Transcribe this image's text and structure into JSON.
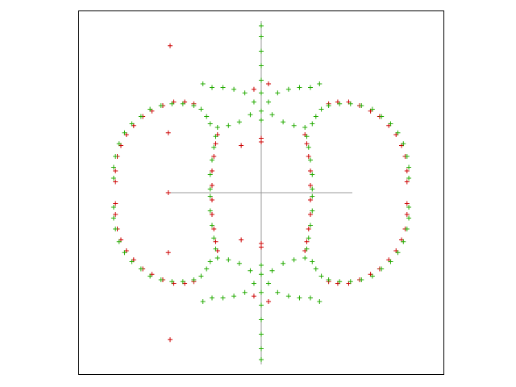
{
  "chart_data": {
    "type": "scatter",
    "title": "",
    "xlabel": "",
    "ylabel": "",
    "xlim": [
      -1,
      1
    ],
    "ylim": [
      -1,
      1
    ],
    "grid": false,
    "legend": "none",
    "axes_lines": {
      "horizontal": {
        "y": 0,
        "x_from": -0.5,
        "x_to": 0.5
      },
      "vertical": {
        "x": 0
      }
    },
    "series": [
      {
        "marker": "plus",
        "color": "#cc0000",
        "points": [
          [
            -0.8,
            0.06
          ],
          [
            -0.8,
            0.12
          ],
          [
            -0.79,
            0.2
          ],
          [
            -0.77,
            0.26
          ],
          [
            -0.74,
            0.32
          ],
          [
            -0.7,
            0.37
          ],
          [
            -0.65,
            0.42
          ],
          [
            -0.6,
            0.45
          ],
          [
            -0.54,
            0.48
          ],
          [
            -0.48,
            0.5
          ],
          [
            -0.42,
            0.5
          ],
          [
            -0.37,
            0.49
          ],
          [
            0.8,
            0.06
          ],
          [
            0.8,
            0.12
          ],
          [
            0.79,
            0.2
          ],
          [
            0.77,
            0.26
          ],
          [
            0.74,
            0.32
          ],
          [
            0.7,
            0.37
          ],
          [
            0.65,
            0.42
          ],
          [
            0.6,
            0.45
          ],
          [
            0.54,
            0.48
          ],
          [
            0.48,
            0.5
          ],
          [
            0.42,
            0.5
          ],
          [
            0.37,
            0.49
          ],
          [
            -0.8,
            -0.06
          ],
          [
            -0.8,
            -0.12
          ],
          [
            -0.79,
            -0.2
          ],
          [
            -0.77,
            -0.26
          ],
          [
            -0.74,
            -0.32
          ],
          [
            -0.7,
            -0.37
          ],
          [
            -0.65,
            -0.42
          ],
          [
            -0.6,
            -0.45
          ],
          [
            -0.54,
            -0.48
          ],
          [
            -0.48,
            -0.5
          ],
          [
            -0.42,
            -0.5
          ],
          [
            -0.37,
            -0.49
          ],
          [
            0.8,
            -0.06
          ],
          [
            0.8,
            -0.12
          ],
          [
            0.79,
            -0.2
          ],
          [
            0.77,
            -0.26
          ],
          [
            0.74,
            -0.32
          ],
          [
            0.7,
            -0.37
          ],
          [
            0.65,
            -0.42
          ],
          [
            0.6,
            -0.45
          ],
          [
            0.54,
            -0.48
          ],
          [
            0.48,
            -0.5
          ],
          [
            0.42,
            -0.5
          ],
          [
            0.37,
            -0.49
          ],
          [
            -0.27,
            0.04
          ],
          [
            -0.27,
            0.12
          ],
          [
            -0.26,
            0.2
          ],
          [
            -0.25,
            0.27
          ],
          [
            -0.24,
            0.32
          ],
          [
            0.27,
            0.04
          ],
          [
            0.27,
            0.12
          ],
          [
            0.26,
            0.2
          ],
          [
            0.25,
            0.27
          ],
          [
            0.24,
            0.32
          ],
          [
            -0.27,
            -0.04
          ],
          [
            -0.27,
            -0.12
          ],
          [
            -0.26,
            -0.2
          ],
          [
            -0.25,
            -0.27
          ],
          [
            -0.24,
            -0.32
          ],
          [
            0.27,
            -0.04
          ],
          [
            0.27,
            -0.12
          ],
          [
            0.26,
            -0.2
          ],
          [
            0.25,
            -0.27
          ],
          [
            0.24,
            -0.32
          ],
          [
            0,
            0.28
          ],
          [
            0,
            0.3
          ],
          [
            0,
            -0.28
          ],
          [
            0,
            -0.3
          ],
          [
            -0.5,
            0.81
          ],
          [
            -0.5,
            -0.81
          ],
          [
            -0.51,
            0.33
          ],
          [
            -0.51,
            -0.33
          ],
          [
            -0.51,
            0.0
          ],
          [
            -0.11,
            0.26
          ],
          [
            -0.11,
            -0.26
          ],
          [
            -0.04,
            0.57
          ],
          [
            -0.04,
            -0.57
          ],
          [
            0.04,
            0.6
          ],
          [
            0.04,
            -0.6
          ]
        ]
      },
      {
        "marker": "plus",
        "color": "#22aa00",
        "points": [
          [
            -0.81,
            0.08
          ],
          [
            -0.81,
            0.14
          ],
          [
            -0.8,
            0.2
          ],
          [
            -0.78,
            0.27
          ],
          [
            -0.75,
            0.33
          ],
          [
            -0.71,
            0.38
          ],
          [
            -0.66,
            0.42
          ],
          [
            -0.61,
            0.46
          ],
          [
            -0.55,
            0.48
          ],
          [
            -0.49,
            0.49
          ],
          [
            -0.43,
            0.49
          ],
          [
            -0.37,
            0.48
          ],
          [
            0.81,
            0.08
          ],
          [
            0.81,
            0.14
          ],
          [
            0.8,
            0.2
          ],
          [
            0.78,
            0.27
          ],
          [
            0.75,
            0.33
          ],
          [
            0.71,
            0.38
          ],
          [
            0.66,
            0.42
          ],
          [
            0.61,
            0.46
          ],
          [
            0.55,
            0.48
          ],
          [
            0.49,
            0.49
          ],
          [
            0.43,
            0.49
          ],
          [
            0.37,
            0.48
          ],
          [
            -0.81,
            -0.08
          ],
          [
            -0.81,
            -0.14
          ],
          [
            -0.8,
            -0.2
          ],
          [
            -0.78,
            -0.27
          ],
          [
            -0.75,
            -0.33
          ],
          [
            -0.71,
            -0.38
          ],
          [
            -0.66,
            -0.42
          ],
          [
            -0.61,
            -0.46
          ],
          [
            -0.55,
            -0.48
          ],
          [
            -0.49,
            -0.49
          ],
          [
            -0.43,
            -0.49
          ],
          [
            -0.37,
            -0.48
          ],
          [
            0.81,
            -0.08
          ],
          [
            0.81,
            -0.14
          ],
          [
            0.8,
            -0.2
          ],
          [
            0.78,
            -0.27
          ],
          [
            0.75,
            -0.33
          ],
          [
            0.71,
            -0.38
          ],
          [
            0.66,
            -0.42
          ],
          [
            0.61,
            -0.46
          ],
          [
            0.55,
            -0.48
          ],
          [
            0.49,
            -0.49
          ],
          [
            0.43,
            -0.49
          ],
          [
            0.37,
            -0.48
          ],
          [
            -0.33,
            0.46
          ],
          [
            -0.3,
            0.42
          ],
          [
            -0.28,
            0.38
          ],
          [
            -0.24,
            0.36
          ],
          [
            -0.18,
            0.37
          ],
          [
            -0.12,
            0.39
          ],
          [
            -0.06,
            0.43
          ],
          [
            -0.32,
            0.6
          ],
          [
            -0.27,
            0.58
          ],
          [
            -0.21,
            0.58
          ],
          [
            -0.15,
            0.57
          ],
          [
            -0.09,
            0.55
          ],
          [
            -0.04,
            0.5
          ],
          [
            0.33,
            0.46
          ],
          [
            0.3,
            0.42
          ],
          [
            0.28,
            0.38
          ],
          [
            0.24,
            0.36
          ],
          [
            0.18,
            0.37
          ],
          [
            0.12,
            0.39
          ],
          [
            0.06,
            0.43
          ],
          [
            0.32,
            0.6
          ],
          [
            0.27,
            0.58
          ],
          [
            0.21,
            0.58
          ],
          [
            0.15,
            0.57
          ],
          [
            0.09,
            0.55
          ],
          [
            0.04,
            0.5
          ],
          [
            -0.33,
            -0.46
          ],
          [
            -0.3,
            -0.42
          ],
          [
            -0.28,
            -0.38
          ],
          [
            -0.24,
            -0.36
          ],
          [
            -0.18,
            -0.37
          ],
          [
            -0.12,
            -0.39
          ],
          [
            -0.06,
            -0.43
          ],
          [
            -0.32,
            -0.6
          ],
          [
            -0.27,
            -0.58
          ],
          [
            -0.21,
            -0.58
          ],
          [
            -0.15,
            -0.57
          ],
          [
            -0.09,
            -0.55
          ],
          [
            -0.04,
            -0.5
          ],
          [
            0.33,
            -0.46
          ],
          [
            0.3,
            -0.42
          ],
          [
            0.28,
            -0.38
          ],
          [
            0.24,
            -0.36
          ],
          [
            0.18,
            -0.37
          ],
          [
            0.12,
            -0.39
          ],
          [
            0.06,
            -0.43
          ],
          [
            0.32,
            -0.6
          ],
          [
            0.27,
            -0.58
          ],
          [
            0.21,
            -0.58
          ],
          [
            0.15,
            -0.57
          ],
          [
            0.09,
            -0.55
          ],
          [
            0.04,
            -0.5
          ],
          [
            -0.28,
            0.02
          ],
          [
            -0.28,
            0.1
          ],
          [
            -0.27,
            0.18
          ],
          [
            -0.26,
            0.25
          ],
          [
            -0.25,
            0.31
          ],
          [
            0.28,
            0.02
          ],
          [
            0.28,
            0.1
          ],
          [
            0.27,
            0.18
          ],
          [
            0.26,
            0.25
          ],
          [
            0.25,
            0.31
          ],
          [
            -0.28,
            -0.02
          ],
          [
            -0.28,
            -0.1
          ],
          [
            -0.27,
            -0.18
          ],
          [
            -0.26,
            -0.25
          ],
          [
            -0.25,
            -0.31
          ],
          [
            0.28,
            -0.02
          ],
          [
            0.28,
            -0.1
          ],
          [
            0.27,
            -0.18
          ],
          [
            0.26,
            -0.25
          ],
          [
            0.25,
            -0.31
          ],
          [
            0,
            0.55
          ],
          [
            0,
            0.62
          ],
          [
            0,
            0.7
          ],
          [
            0,
            0.78
          ],
          [
            0,
            0.86
          ],
          [
            0,
            0.92
          ],
          [
            0,
            -0.55
          ],
          [
            0,
            -0.62
          ],
          [
            0,
            -0.7
          ],
          [
            0,
            -0.78
          ],
          [
            0,
            -0.86
          ],
          [
            0,
            -0.92
          ],
          [
            0,
            0.45
          ],
          [
            0,
            0.4
          ],
          [
            0,
            -0.45
          ],
          [
            0,
            -0.4
          ]
        ]
      }
    ]
  }
}
